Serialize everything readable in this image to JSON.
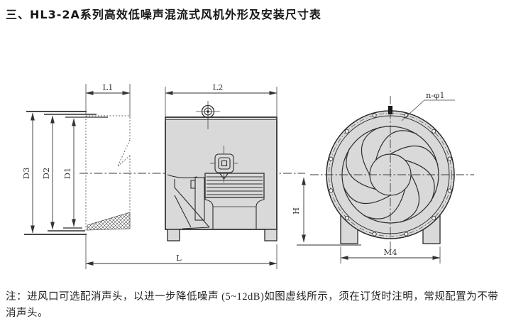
{
  "page": {
    "title": "三、HL3-2A系列高效低噪声混流式风机外形及安装尺寸表",
    "note": "注：进风口可选配消声头，以进一步降低噪声 (5~12dB)如图虚线所示，须在订货时注明，常规配置为不带消声头。"
  },
  "labels": {
    "L1": "L1",
    "L2": "L2",
    "L": "L",
    "D1": "D1",
    "D2": "D2",
    "D3": "D3",
    "H": "H",
    "M4": "M4",
    "bolt_holes": "n-φ1"
  },
  "colors": {
    "line": "#2e2e2e",
    "fill": "#d9d9d9",
    "text": "#1a1a1a"
  }
}
